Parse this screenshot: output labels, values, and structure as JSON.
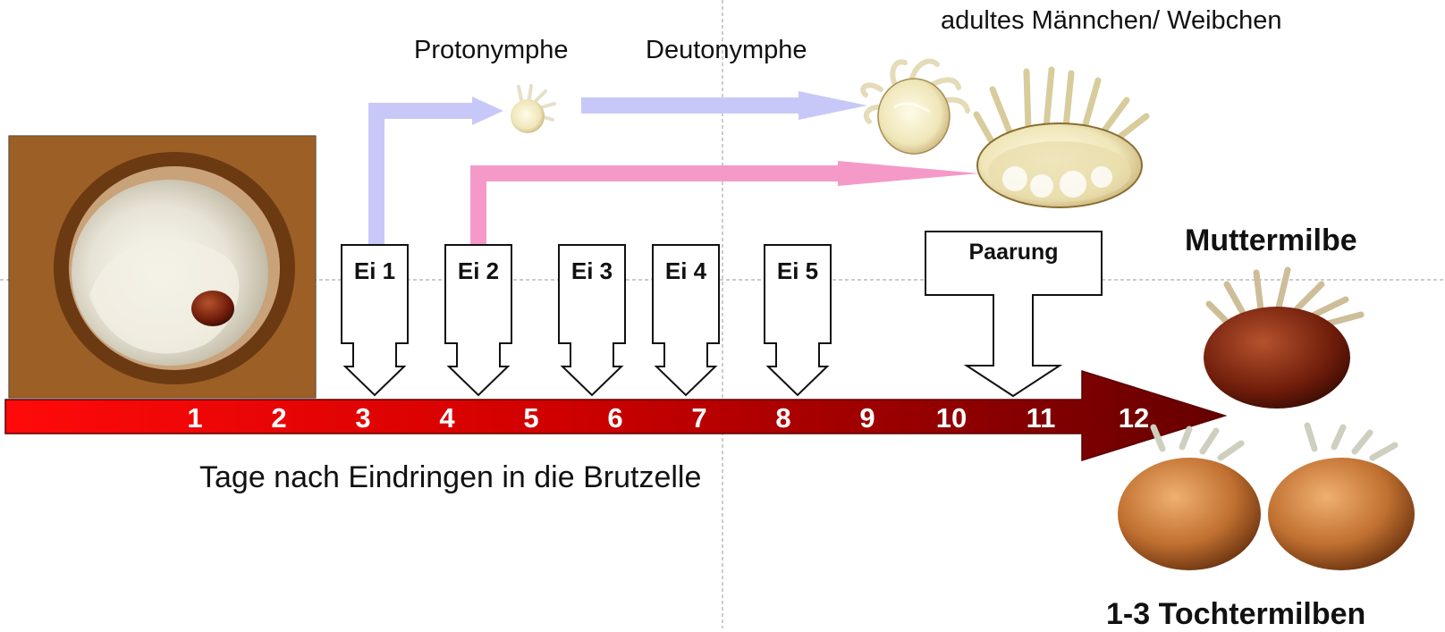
{
  "labels": {
    "protonymph": "Protonymphe",
    "deutonymph": "Deutonymphe",
    "adults": "adultes Männchen/ Weibchen",
    "mother_mite": "Muttermilbe",
    "daughter_mites": "1-3 Tochtermilben",
    "axis_caption": "Tage nach Eindringen in die Brutzelle"
  },
  "eggs": [
    "Ei 1",
    "Ei 2",
    "Ei 3",
    "Ei 4",
    "Ei 5"
  ],
  "mating": "Paarung",
  "days": [
    "1",
    "2",
    "3",
    "4",
    "5",
    "6",
    "7",
    "8",
    "9",
    "10",
    "11",
    "12"
  ],
  "colors": {
    "male_path": "#c8c8f8",
    "female_path": "#f59ac8",
    "timeline_start": "#ff1010",
    "timeline_end": "#6b0000"
  }
}
